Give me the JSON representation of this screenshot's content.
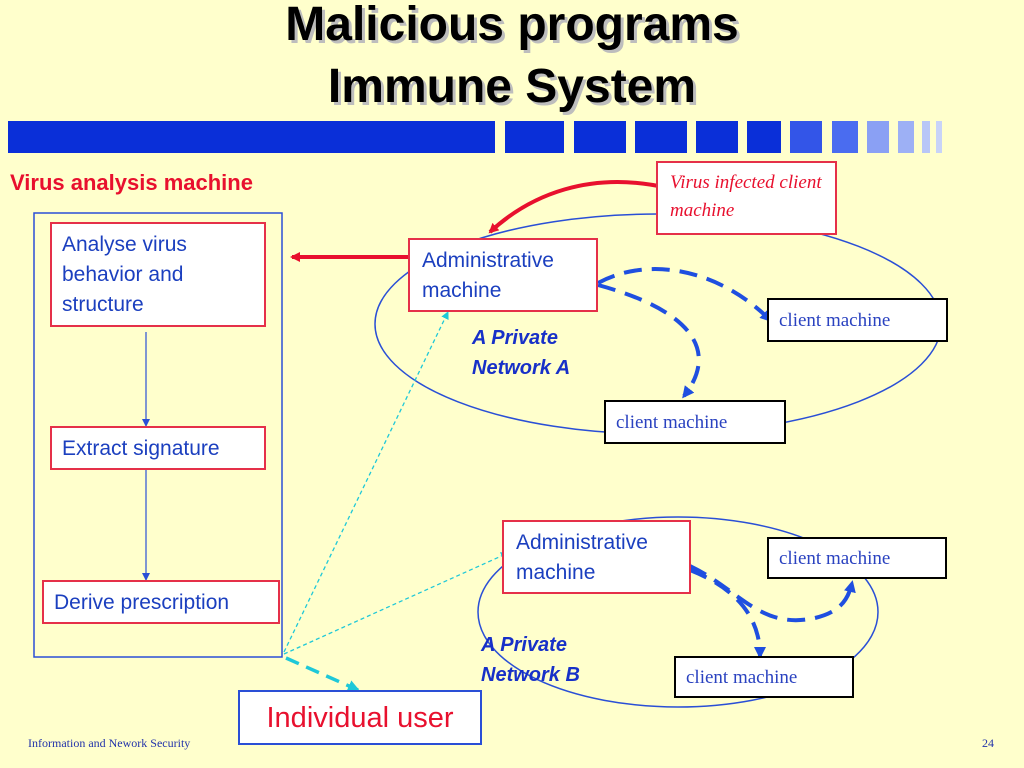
{
  "slide": {
    "title_line1": "Malicious programs",
    "title_line2": "Immune System",
    "heading": "Virus analysis machine",
    "footer_left": "Information and  Nework Security",
    "page_number": "24"
  },
  "analysis": {
    "step1": "Analyse virus behavior and structure",
    "step2": "Extract signature",
    "step3": "Derive prescription"
  },
  "infected_client": "Virus infected client machine",
  "network_a": {
    "admin": "Administrative machine",
    "label": "A Private Network A",
    "client1": "client machine",
    "client2": "client machine"
  },
  "network_b": {
    "admin": "Administrative machine",
    "label": "A Private Network B",
    "client1": "client machine",
    "client2": "client machine"
  },
  "individual_user": "Individual user",
  "colors": {
    "background": "#ffffcc",
    "red": "#e8102e",
    "blue": "#1f4fe0",
    "cyan": "#1ec8d8",
    "title_bar": "#0a2fd8"
  }
}
